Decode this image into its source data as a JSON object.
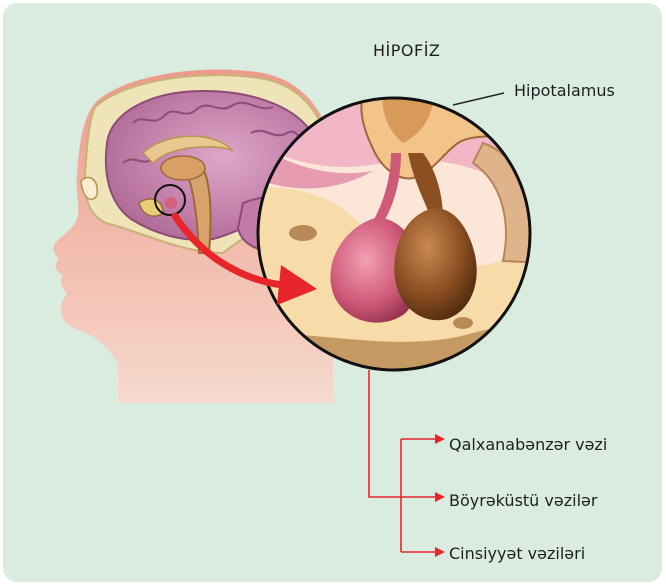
{
  "diagram": {
    "title": "HİPOFİZ",
    "hypothalamus_label": "Hipotalamus",
    "targets": [
      "Qalxanabənzər vəzi",
      "Böyrəküstü vəzilər",
      "Cinsiyyət vəziləri"
    ]
  },
  "colors": {
    "background": "#d9ecdf",
    "arrow": "#e8252b",
    "pituitary_anterior": "#c9566e",
    "pituitary_posterior": "#8a4d1f",
    "head_skin": "#f3a593",
    "brain": "#c27aa6"
  }
}
